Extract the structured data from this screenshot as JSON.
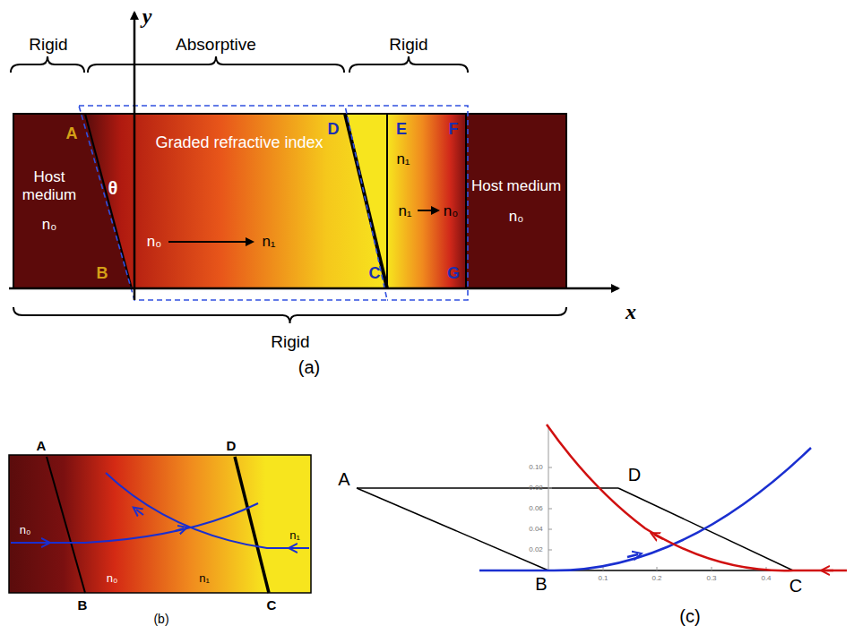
{
  "diagram": {
    "nodes": [
      {
        "text": [
          "Host medium",
          "n₀"
        ]
      },
      {
        "text": [
          "Host medium",
          "n₀"
        ]
      }
    ],
    "labels": [
      "Rigid",
      "Absorptive",
      "Rigid",
      "Rigid",
      "A",
      "B",
      "D",
      "E",
      "F",
      "C",
      "G",
      "θ",
      "Graded refractive index",
      "n₀",
      "n₁",
      "n₁",
      "n₁",
      "n₀",
      "y",
      "x",
      "(a)",
      "A",
      "D",
      "B",
      "C",
      "n₀",
      "n₁",
      "n₀",
      "n₁",
      "(b)",
      "A",
      "D",
      "B",
      "C",
      "(c)",
      "0.10",
      "0.08",
      "0.06",
      "0.04",
      "0.02",
      "0.1",
      "0.2",
      "0.3",
      "0.4"
    ]
  }
}
